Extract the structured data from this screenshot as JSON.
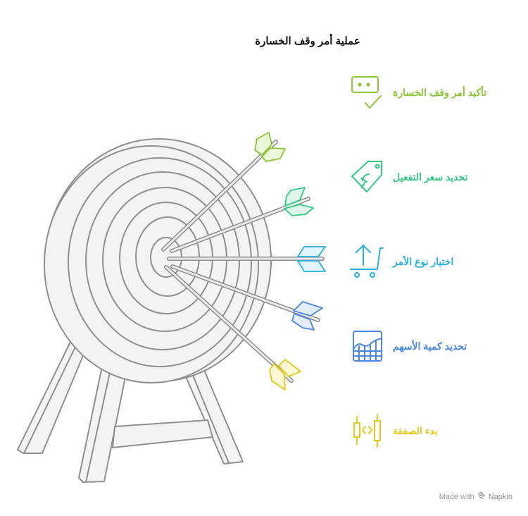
{
  "title": "عملية أمر وقف الخسارة",
  "colors": {
    "outline": "#8f8f8f",
    "target_fill": "#f3f3f3",
    "step1": "#f2d52b",
    "step2": "#4a85e0",
    "step3": "#2aaede",
    "step4": "#34c784",
    "step5": "#8cc43a"
  },
  "steps": [
    {
      "label": "تأكيد أمر وقف الخسارة",
      "icon": "message-check-icon",
      "color": "#8cc43a"
    },
    {
      "label": "تحديد سعر التفعيل",
      "icon": "price-tag-icon",
      "color": "#34c784"
    },
    {
      "label": "اختيار نوع الأمر",
      "icon": "cart-upload-icon",
      "color": "#2aaede"
    },
    {
      "label": "تحديد كمية الأسهم",
      "icon": "chart-grid-icon",
      "color": "#4a85e0"
    },
    {
      "label": "بدء الصفقة",
      "icon": "candlestick-icon",
      "color": "#e5c81c"
    }
  ],
  "footer": {
    "made_with": "Made with",
    "brand": "Napkin"
  }
}
